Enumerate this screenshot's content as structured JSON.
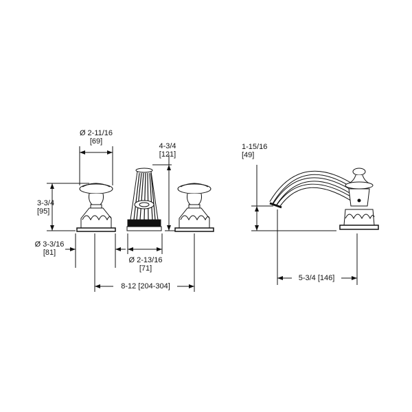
{
  "diagram": {
    "type": "faucet-dimension-drawing",
    "views": [
      "front-view",
      "side-view"
    ],
    "dimensions": {
      "handle_diameter": {
        "label": "Ø 2-11/16",
        "metric": "[69]"
      },
      "handle_height": {
        "label": "3-3/4",
        "metric": "[95]"
      },
      "base_diameter": {
        "label": "Ø 3-3/16",
        "metric": "[81]"
      },
      "spout_height": {
        "label": "4-3/4",
        "metric": "[121]"
      },
      "spout_base_diameter": {
        "label": "Ø 2-13/16",
        "metric": "[71]"
      },
      "spread": {
        "label": "8-12  [204-304]"
      },
      "spout_outlet_height": {
        "label": "1-15/16",
        "metric": "[49]"
      },
      "spout_reach": {
        "label": "5-3/4  [146]"
      }
    },
    "colors": {
      "line": "#111111",
      "background": "#ffffff"
    }
  }
}
